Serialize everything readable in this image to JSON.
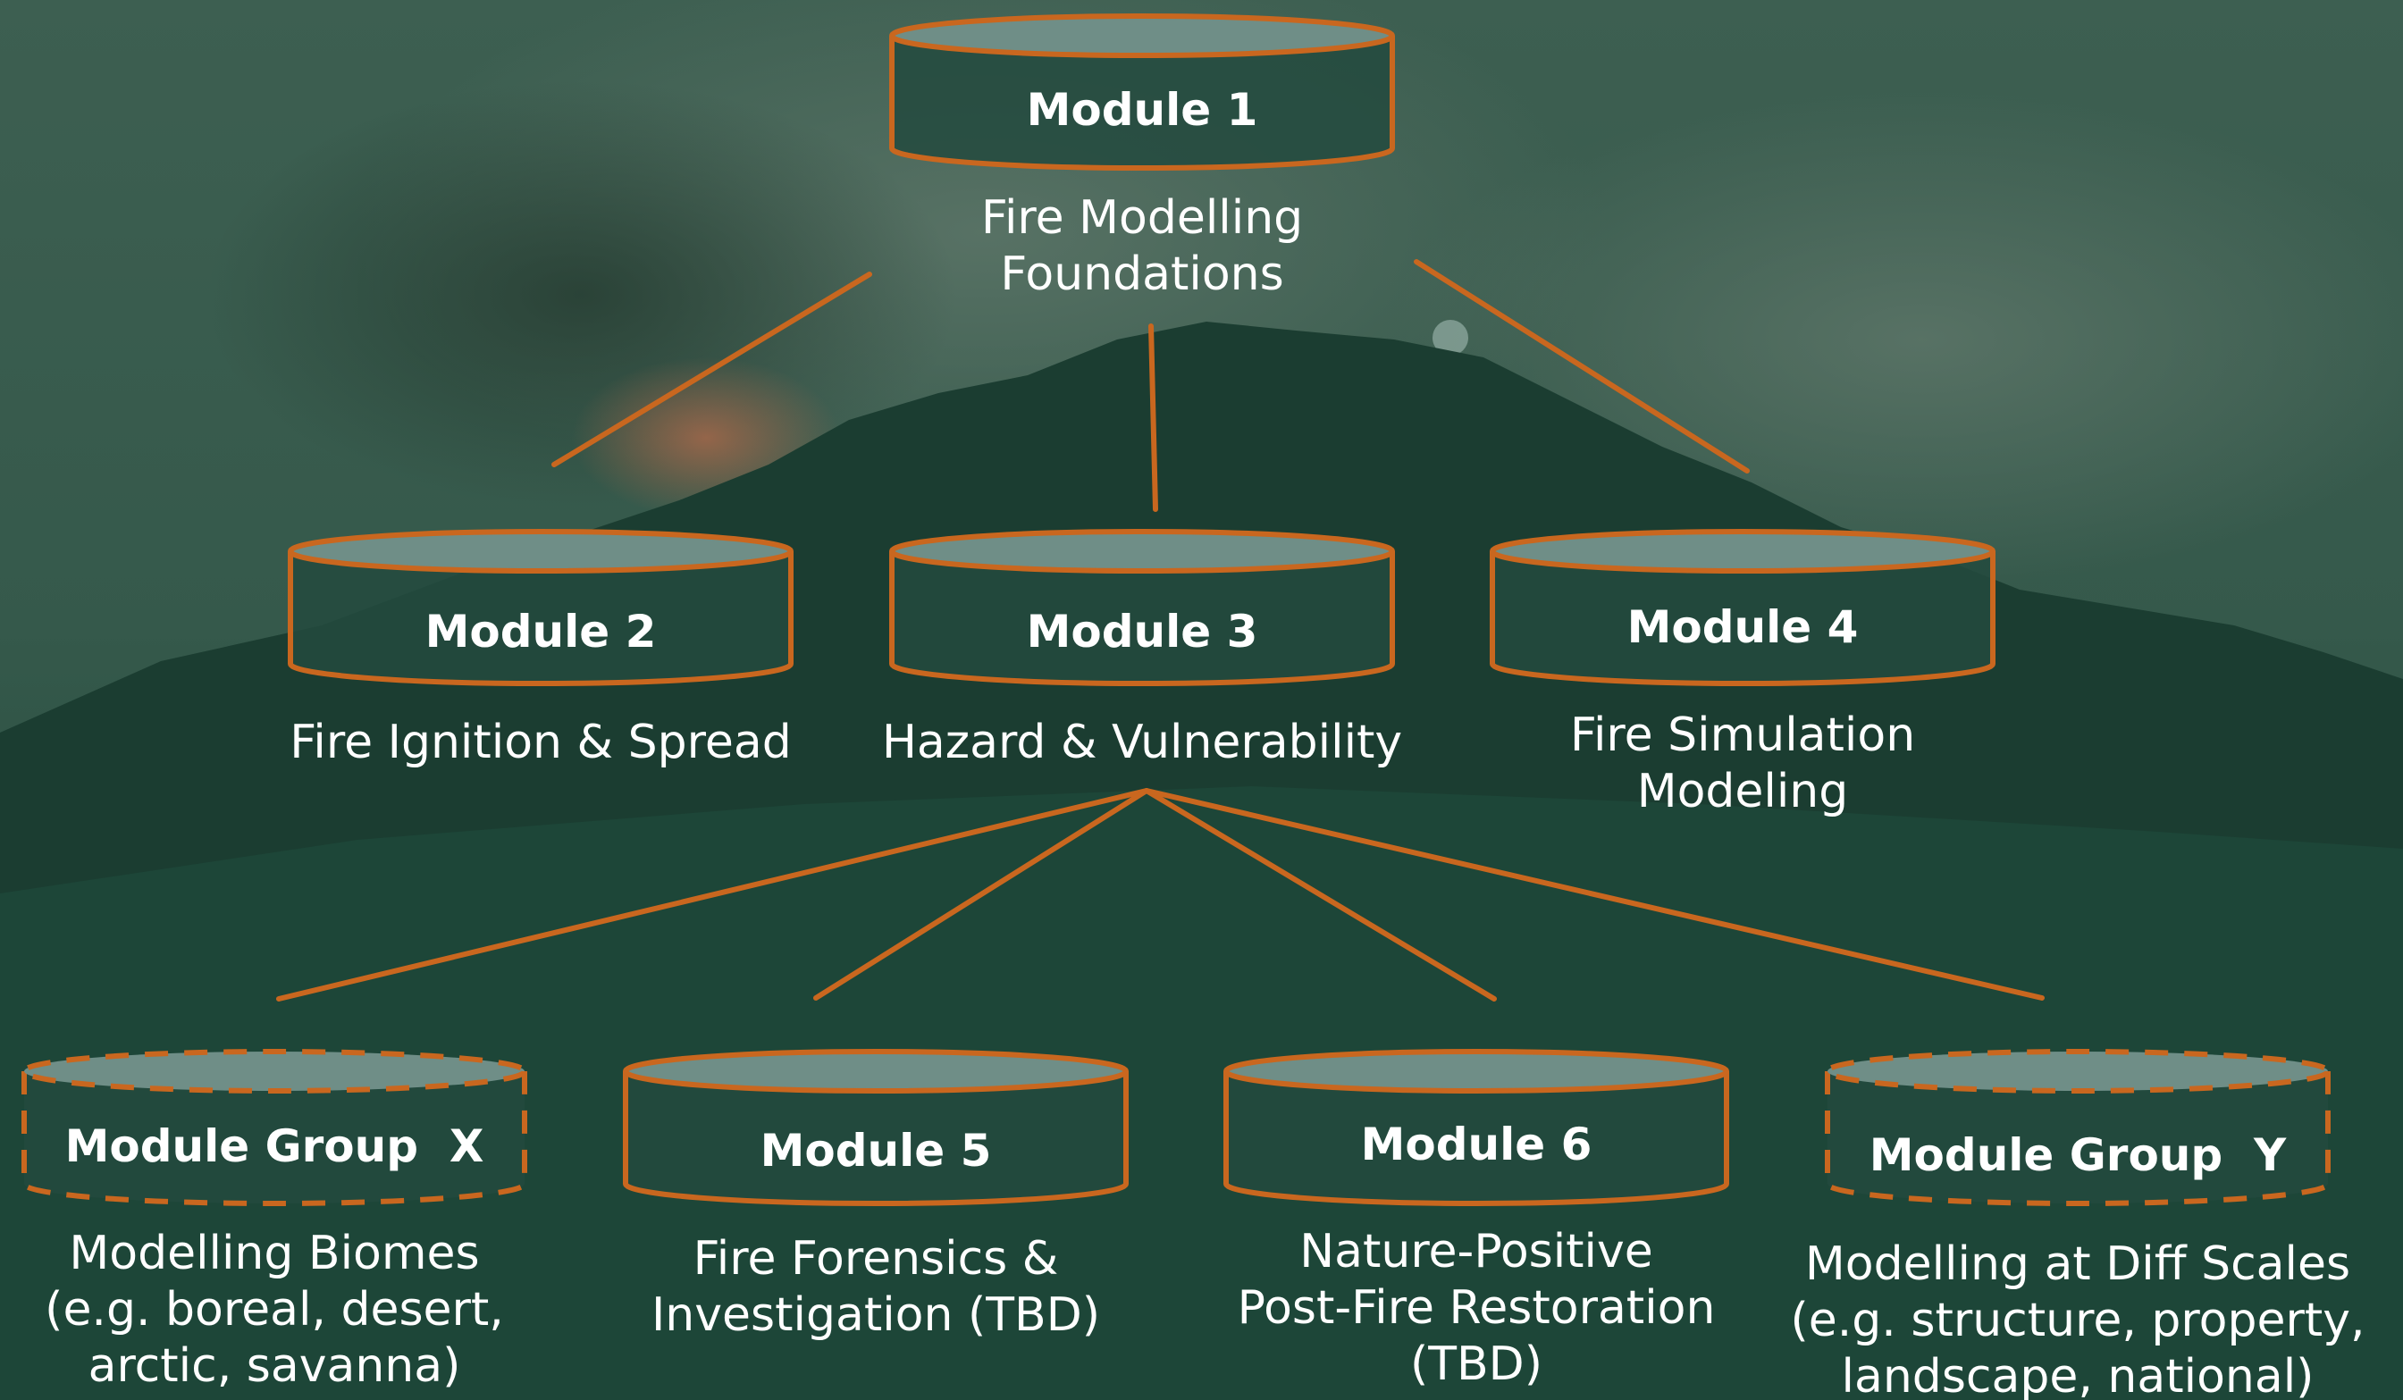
{
  "colors": {
    "accent": "#c9671f",
    "cylinder_top": "#6f8e87",
    "cylinder_body": "#234a3e",
    "text": "#ffffff",
    "background": "#1e4a3c"
  },
  "modules": [
    {
      "id": "module-1",
      "label": "Module 1",
      "style": "solid",
      "description": [
        "Fire Modelling",
        "Foundations"
      ]
    },
    {
      "id": "module-2",
      "label": "Module 2",
      "style": "solid",
      "description": [
        "Fire Ignition & Spread"
      ]
    },
    {
      "id": "module-3",
      "label": "Module 3",
      "style": "solid",
      "description": [
        "Hazard & Vulnerability"
      ]
    },
    {
      "id": "module-4",
      "label": "Module 4",
      "style": "solid",
      "description": [
        "Fire Simulation",
        "Modeling"
      ]
    },
    {
      "id": "module-group-x",
      "label": "Module Group  X",
      "style": "dashed",
      "description": [
        "Modelling Biomes",
        "(e.g. boreal, desert,",
        "arctic, savanna)"
      ]
    },
    {
      "id": "module-5",
      "label": "Module 5",
      "style": "solid",
      "description": [
        "Fire Forensics &",
        "Investigation (TBD)"
      ]
    },
    {
      "id": "module-6",
      "label": "Module 6",
      "style": "solid",
      "description": [
        "Nature-Positive",
        "Post-Fire Restoration",
        "(TBD)"
      ]
    },
    {
      "id": "module-group-y",
      "label": "Module Group  Y",
      "style": "dashed",
      "description": [
        "Modelling at Diff Scales",
        "(e.g. structure, property,",
        "landscape, national)"
      ]
    }
  ],
  "connections": [
    {
      "from": "module-1",
      "to": "module-2"
    },
    {
      "from": "module-1",
      "to": "module-3"
    },
    {
      "from": "module-1",
      "to": "module-4"
    },
    {
      "from": "module-3",
      "to": "module-group-x"
    },
    {
      "from": "module-3",
      "to": "module-5"
    },
    {
      "from": "module-3",
      "to": "module-6"
    },
    {
      "from": "module-3",
      "to": "module-group-y"
    }
  ]
}
